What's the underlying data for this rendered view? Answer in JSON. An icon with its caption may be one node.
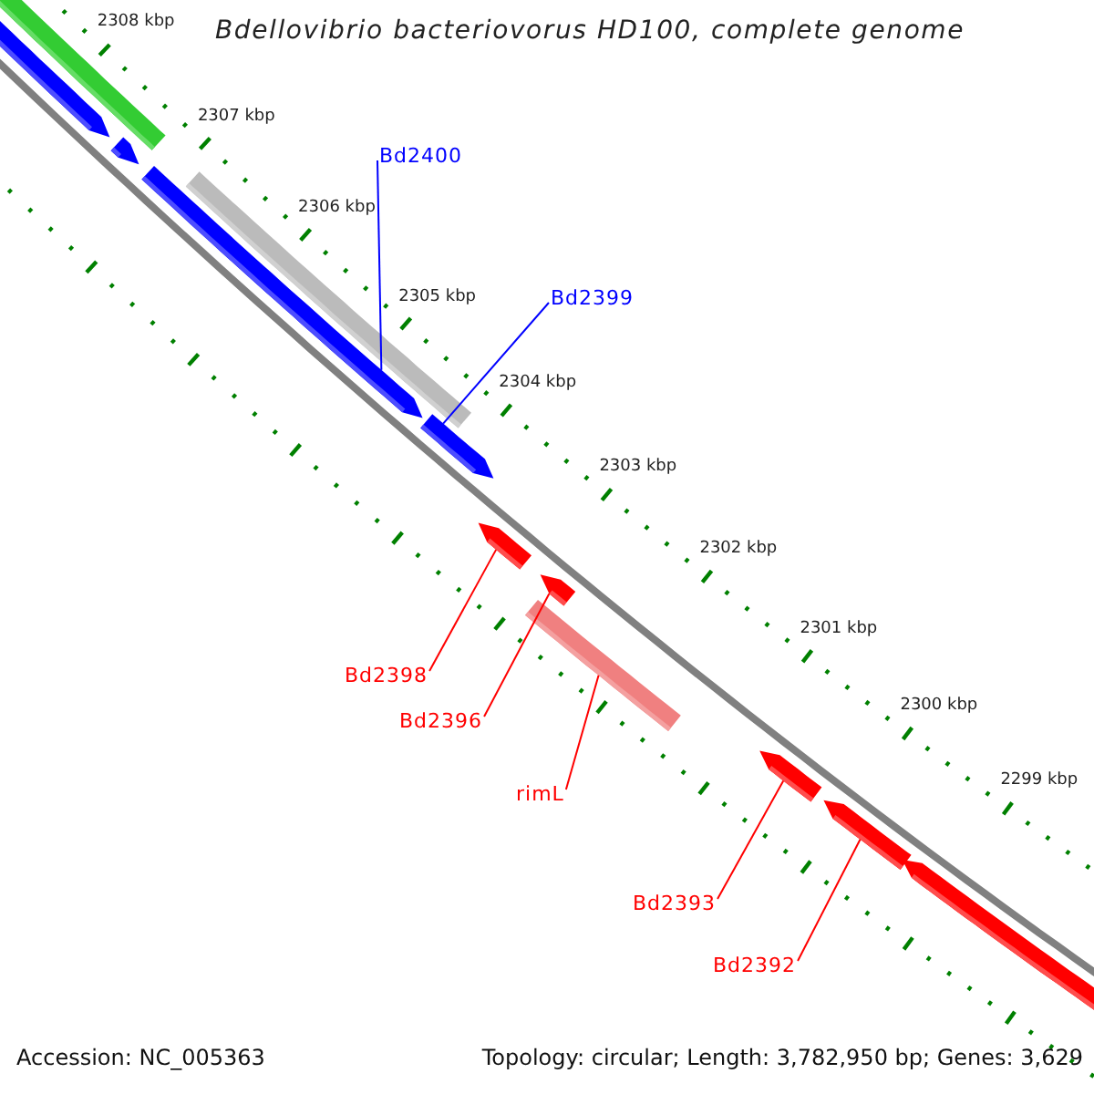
{
  "diagram": {
    "title": "Bdellovibrio bacteriovorus HD100, complete genome",
    "nodes": [
      {
        "text": [
          "Bd2400"
        ]
      },
      {
        "text": [
          "Bd2399"
        ]
      },
      {
        "text": [
          "Bd2398"
        ]
      },
      {
        "text": [
          "Bd2396"
        ]
      },
      {
        "text": [
          "rimL"
        ]
      },
      {
        "text": [
          "Bd2393"
        ]
      },
      {
        "text": [
          "Bd2392"
        ]
      },
      {
        "text": [],
        "shape": "bar"
      },
      {
        "text": [],
        "shape": "bar"
      },
      {
        "text": [],
        "shape": "bar"
      },
      {
        "text": [],
        "shape": "bar"
      },
      {
        "text": [],
        "shape": "bar"
      },
      {
        "text": [],
        "shape": "bar"
      },
      {
        "text": [],
        "shape": "bar"
      },
      {
        "text": [],
        "shape": "bar"
      },
      {
        "text": [],
        "shape": "bar"
      },
      {
        "text": [],
        "shape": "bar"
      },
      {
        "text": [],
        "shape": "bar"
      },
      {
        "text": [],
        "shape": "bar"
      }
    ],
    "edges": [
      {
        "from": 0,
        "to": 10,
        "arrow": "none",
        "color": "#0000ff"
      },
      {
        "from": 1,
        "to": 12,
        "arrow": "none",
        "color": "#0000ff"
      },
      {
        "from": 2,
        "to": 13,
        "arrow": "none"
      },
      {
        "from": 3,
        "to": 14,
        "arrow": "none"
      },
      {
        "from": 4,
        "to": 15,
        "arrow": "none"
      },
      {
        "from": 5,
        "to": 16,
        "arrow": "none"
      },
      {
        "from": 6,
        "to": 17,
        "arrow": "none"
      }
    ],
    "labels": [
      "2308 kbp",
      "2307 kbp",
      "2306 kbp",
      "2305 kbp",
      "2304 kbp",
      "2303 kbp",
      "2302 kbp",
      "2301 kbp",
      "2300 kbp",
      "2299 kbp",
      "Accession: NC_005363",
      "Topology: circular; Length: 3,782,950 bp; Genes: 3,629"
    ]
  }
}
